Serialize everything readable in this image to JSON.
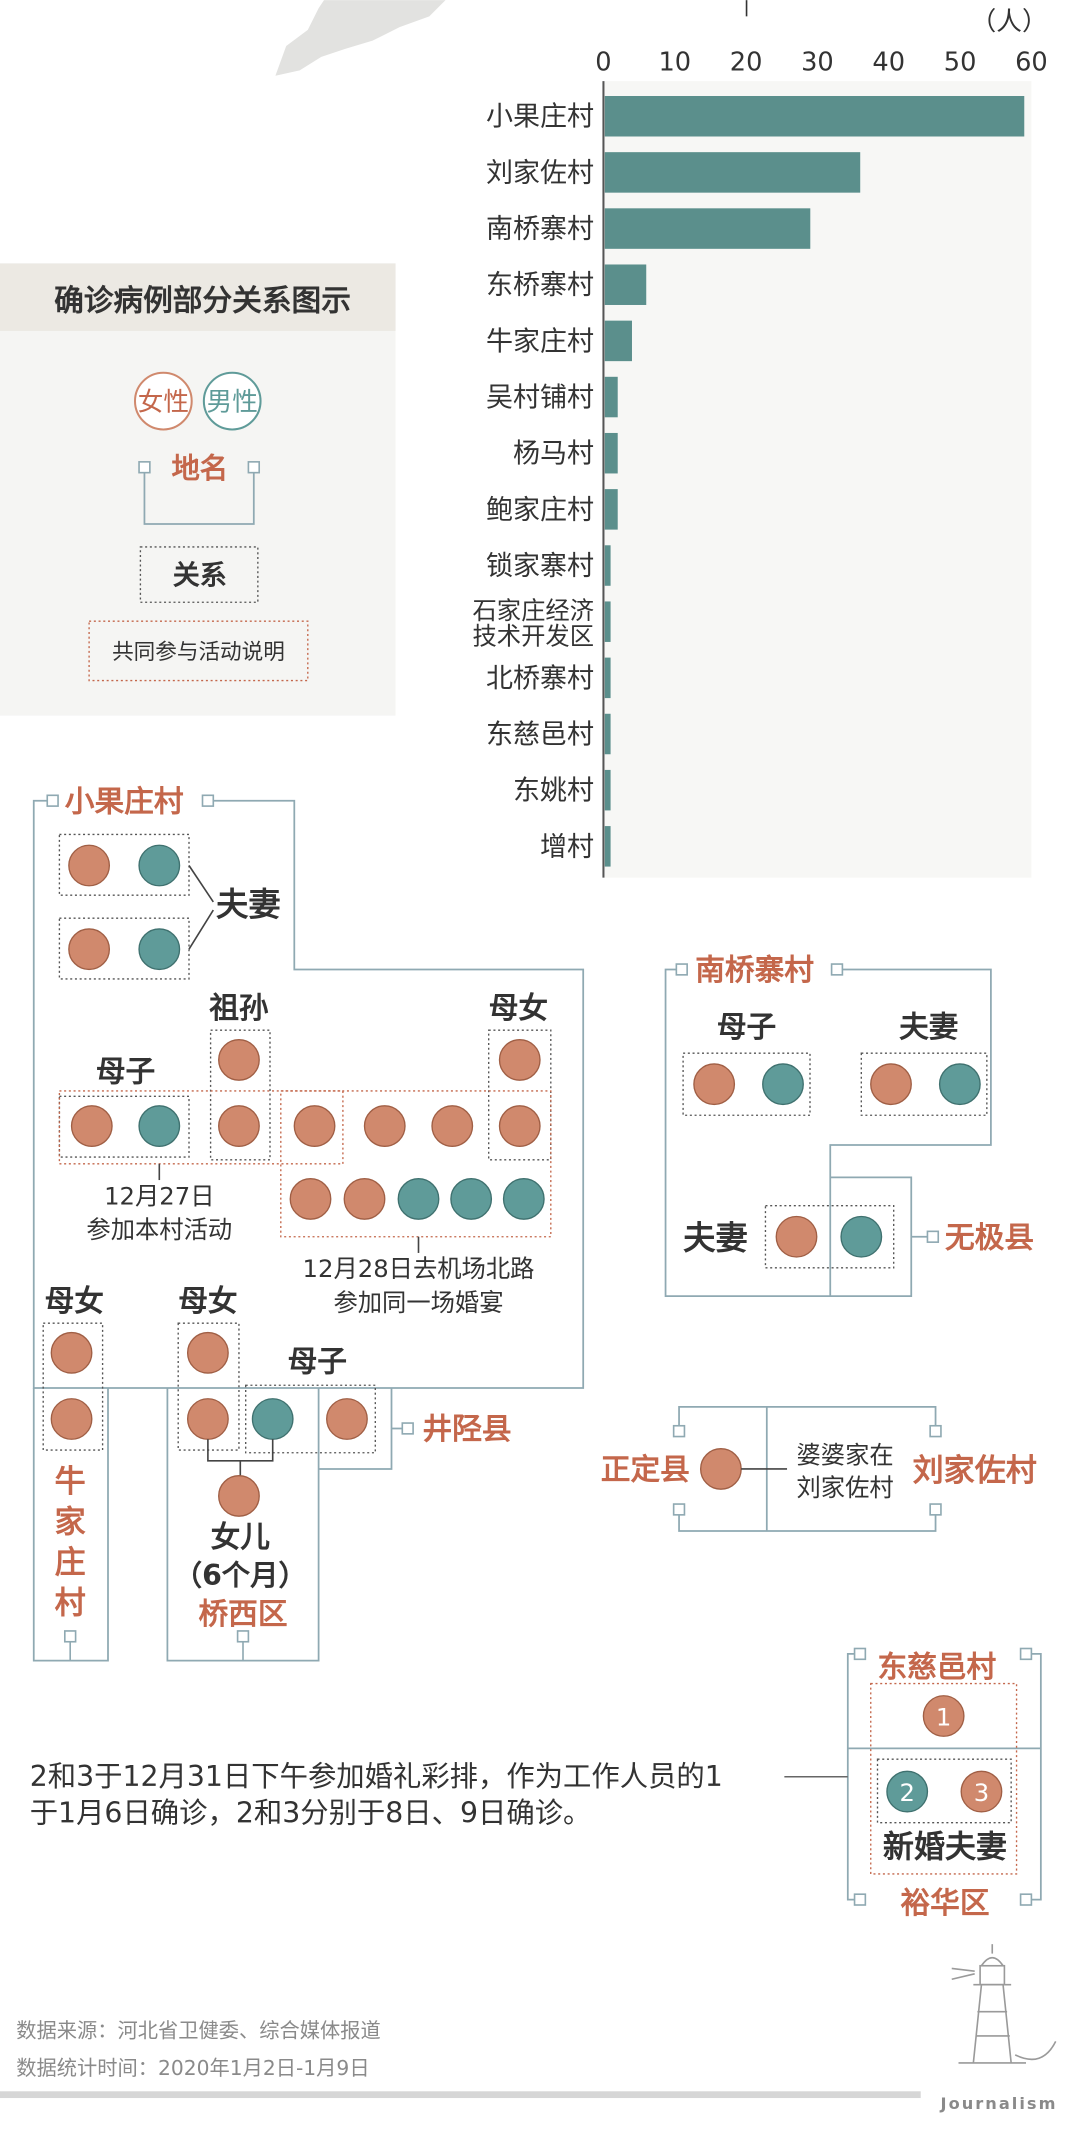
{
  "chart_data": {
    "type": "bar",
    "orientation": "horizontal",
    "unit": "（人）",
    "categories": [
      "小果庄村",
      "刘家佐村",
      "南桥寨村",
      "东桥寨村",
      "牛家庄村",
      "吴村铺村",
      "杨马村",
      "鲍家庄村",
      "锁家寨村",
      "石家庄经济技术开发区",
      "北桥寨村",
      "东慈邑村",
      "东姚村",
      "增村"
    ],
    "values": [
      59,
      36,
      29,
      6,
      4,
      2,
      2,
      2,
      1,
      1,
      1,
      1,
      1,
      1
    ],
    "xticks": [
      0,
      10,
      20,
      30,
      40,
      50,
      60
    ],
    "xlim": [
      0,
      60
    ],
    "grid": false
  },
  "legend": {
    "title": "确诊病例部分关系图示",
    "female": "女性",
    "male": "男性",
    "place": "地名",
    "relation": "关系",
    "activity": "共同参与活动说明"
  },
  "xiaoguozhuang": {
    "place": "小果庄村",
    "couple": "夫妻",
    "grandparent_grandchild": "祖孙",
    "mother_daughter": "母女",
    "mother_son": "母子",
    "activity1": [
      "12月27日",
      "参加本村活动"
    ],
    "activity2": [
      "12月28日去机场北路",
      "参加同一场婚宴"
    ]
  },
  "lower": {
    "mother_daughter_1": "母女",
    "mother_daughter_2": "母女",
    "mother_son": "母子",
    "daughter": "女儿",
    "daughter_age": "（6个月）",
    "qiaoxi": "桥西区",
    "jingxing": "井陉县",
    "niujiazhuang": "牛家庄村"
  },
  "nanqiaozhai": {
    "place": "南桥寨村",
    "mother_son": "母子",
    "couple_top": "夫妻",
    "couple_bottom": "夫妻",
    "wuji": "无极县"
  },
  "zhengding": {
    "place": "正定县",
    "note": [
      "婆婆家在",
      "刘家佐村"
    ],
    "liujiazuo": "刘家佐村"
  },
  "dongciyi": {
    "place": "东慈邑村",
    "yuhua": "裕华区",
    "p1": "1",
    "p2": "2",
    "p3": "3",
    "newlyweds": "新婚夫妻",
    "note": [
      "2和3于12月31日下午参加婚礼彩排，作为工作人员的1",
      "于1月6日确诊，2和3分别于8日、9日确诊。"
    ]
  },
  "footer": {
    "source": "数据来源：河北省卫健委、综合媒体报道",
    "time": "数据统计时间：2020年1月2日-1月9日"
  },
  "logo": {
    "text": "Journalism",
    "icon": "lighthouse-icon"
  },
  "colors": {
    "female": "#d0896d",
    "female_stroke": "#a05f45",
    "male": "#5f9b99",
    "male_stroke": "#3f716f",
    "place": "#c4674b",
    "line": "#8fa9b2",
    "bar": "#5b8f8c"
  }
}
